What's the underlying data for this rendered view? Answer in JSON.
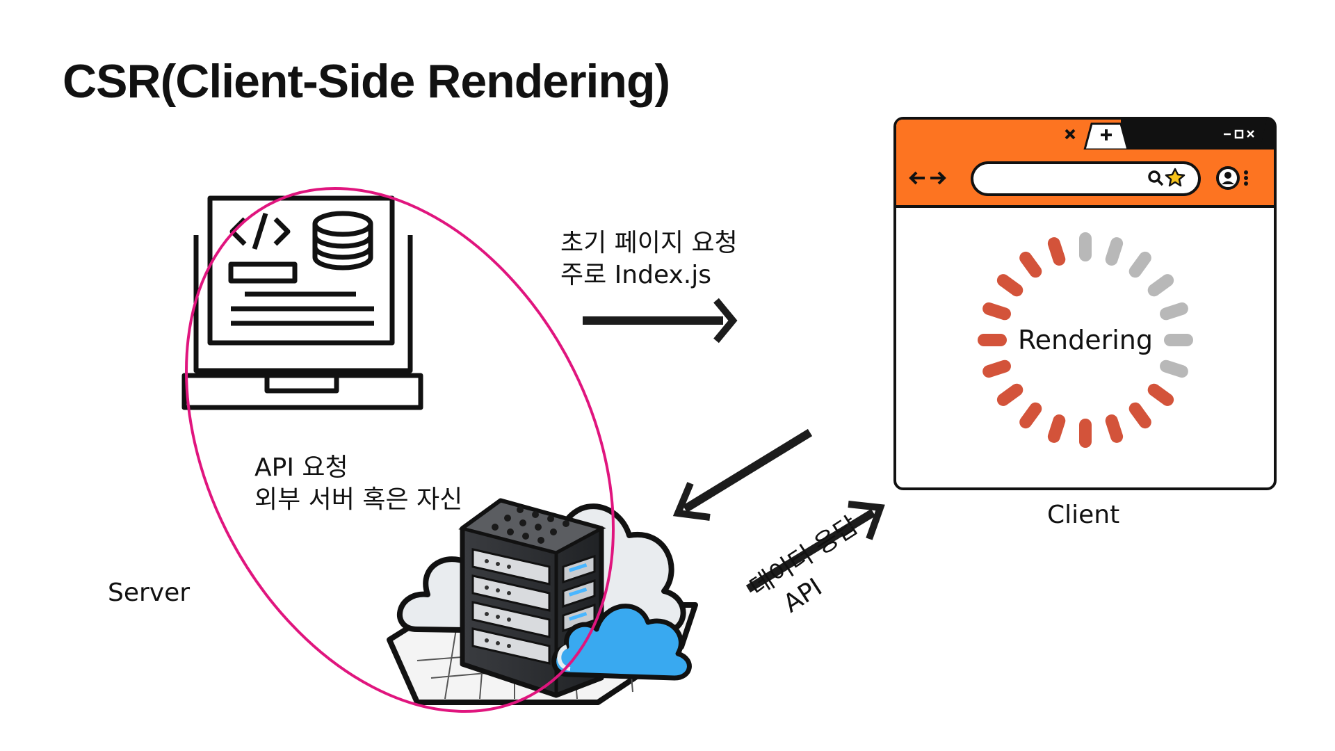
{
  "title": "CSR(Client-Side Rendering)",
  "labels": {
    "initial_request_line1": "초기 페이지 요청",
    "initial_request_line2": "주로 Index.js",
    "api_request_line1": "API 요청",
    "api_request_line2": "외부 서버 혹은 자신",
    "server": "Server",
    "client": "Client",
    "data_response_line1": "데이터 응답",
    "data_response_line2": "API",
    "rendering": "Rendering"
  },
  "browser": {
    "tab_close_icon": "close-icon",
    "tab_add_icon": "plus-icon",
    "window_controls": [
      "minimize-icon",
      "maximize-icon",
      "close-icon"
    ],
    "nav_icons": [
      "back-arrow-icon",
      "forward-arrow-icon"
    ],
    "address_icons": [
      "search-icon",
      "star-icon"
    ],
    "profile_icon": "profile-icon",
    "menu_icon": "kebab-menu-icon"
  },
  "colors": {
    "browser_chrome": "#fd7421",
    "spinner_active": "#d3533a",
    "spinner_inactive": "#b8b8b8",
    "server_ellipse": "#e0157e",
    "cloud_blue": "#3aaaf2",
    "arrow": "#1c1c1c"
  }
}
